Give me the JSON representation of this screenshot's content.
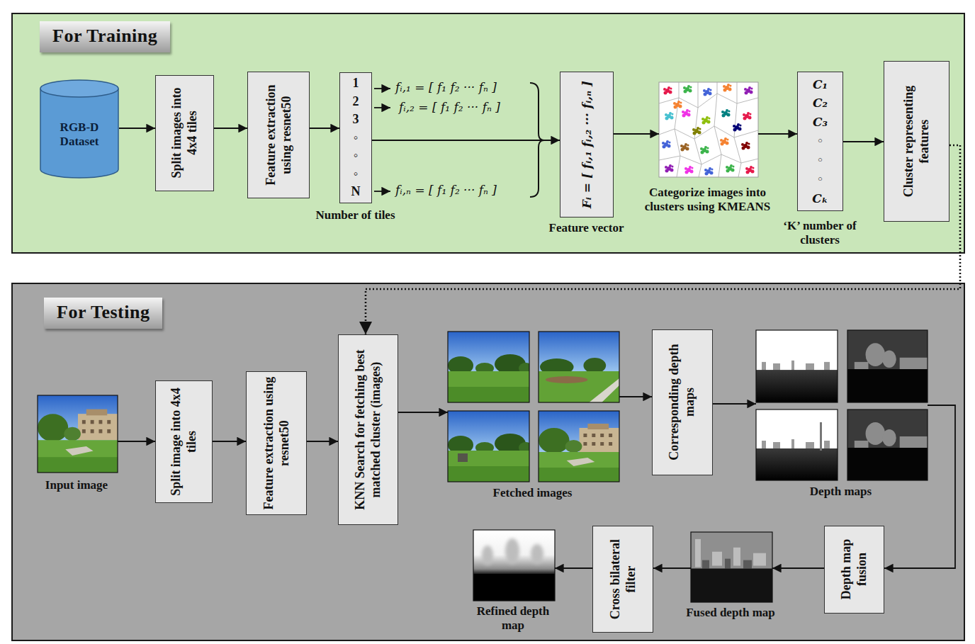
{
  "diagram": {
    "nodes": [
      {
        "text": [
          "For Training"
        ]
      },
      {
        "text": [
          "RGB-D Dataset"
        ],
        "in": 0
      },
      {
        "text": [
          "Split images into 4x4 tiles"
        ],
        "in": 0
      },
      {
        "text": [
          "Feature extraction using resnet50"
        ],
        "in": 0
      },
      {
        "text": [
          "1",
          "2",
          "3",
          "◦",
          "◦",
          "◦",
          "N",
          "Number of tiles"
        ],
        "in": 0
      },
      {
        "text": [
          "Fᵢ = [ fᵢ,₁ fᵢ,₂ ··· fᵢ,ₙ ]",
          "Feature vector"
        ],
        "in": 0
      },
      {
        "text": [
          "Categorize images into clusters using KMEANS"
        ],
        "in": 0
      },
      {
        "text": [
          "C₁",
          "C₂",
          "C₃",
          "◦",
          "◦",
          "◦",
          "Cₖ",
          "‘K’ number of clusters"
        ],
        "in": 0
      },
      {
        "text": [
          "Cluster representing features"
        ],
        "in": 0
      },
      {
        "text": [
          "For Testing"
        ]
      },
      {
        "text": [
          "Input image"
        ],
        "in": 9
      },
      {
        "text": [
          "Split image into 4x4 tiles"
        ],
        "in": 9
      },
      {
        "text": [
          "Feature extraction using resnet50"
        ],
        "in": 9
      },
      {
        "text": [
          "KNN Search for fetching best matched cluster (images)"
        ],
        "in": 9
      },
      {
        "text": [
          "Fetched images"
        ],
        "in": 9
      },
      {
        "text": [
          "Corresponding depth maps"
        ],
        "in": 9
      },
      {
        "text": [
          "Depth maps"
        ],
        "in": 9
      },
      {
        "text": [
          "Depth map fusion"
        ],
        "in": 9
      },
      {
        "text": [
          "Fused depth map"
        ],
        "in": 9
      },
      {
        "text": [
          "Cross bilateral filter"
        ],
        "in": 9
      },
      {
        "text": [
          "Refined depth map"
        ],
        "in": 9
      }
    ],
    "edges": [
      {
        "from": 1,
        "to": 2,
        "arrow": "to"
      },
      {
        "from": 2,
        "to": 3,
        "arrow": "to"
      },
      {
        "from": 3,
        "to": 4,
        "arrow": "to"
      },
      {
        "from": 4,
        "to": 5,
        "arrow": "to"
      },
      {
        "from": 5,
        "to": 6,
        "arrow": "to"
      },
      {
        "from": 6,
        "to": 7,
        "arrow": "to"
      },
      {
        "from": 7,
        "to": 8,
        "arrow": "to"
      },
      {
        "from": 8,
        "to": 13,
        "arrow": "to"
      },
      {
        "from": 10,
        "to": 11,
        "arrow": "to"
      },
      {
        "from": 11,
        "to": 12,
        "arrow": "to"
      },
      {
        "from": 12,
        "to": 13,
        "arrow": "to"
      },
      {
        "from": 13,
        "to": 14,
        "arrow": "to"
      },
      {
        "from": 14,
        "to": 15,
        "arrow": "to"
      },
      {
        "from": 15,
        "to": 16,
        "arrow": "to"
      },
      {
        "from": 16,
        "to": 17,
        "arrow": "to"
      },
      {
        "from": 17,
        "to": 18,
        "arrow": "to"
      },
      {
        "from": 18,
        "to": 19,
        "arrow": "to"
      },
      {
        "from": 19,
        "to": 20,
        "arrow": "to"
      }
    ],
    "labels": [
      "fᵢ,₁ = [ f₁ f₂ ··· fₙ ]",
      "fᵢ,₂ = [ f₁ f₂ ··· fₙ ]",
      "fᵢ,ₙ = [ f₁ f₂ ··· fₙ ]"
    ]
  }
}
